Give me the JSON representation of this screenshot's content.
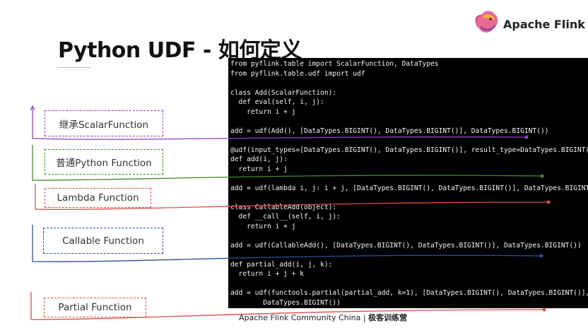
{
  "slide": {
    "title": "Python UDF - 如何定义",
    "brand": "Apache Flink",
    "footer_left": "Apache Flink Community China",
    "footer_sep": " | ",
    "footer_right": "极客训练营"
  },
  "labels": [
    {
      "text": "继承ScalarFunction",
      "color": "#8e3fc6"
    },
    {
      "text": "普通Python Function",
      "color": "#3f8a2a"
    },
    {
      "text": "Lambda Function",
      "color": "#e04b45"
    },
    {
      "text": "Callable Function",
      "color": "#2d4f9c"
    },
    {
      "text": "Partial Function",
      "color": "#e04b45"
    }
  ],
  "code": [
    "from pyflink.table import ScalarFunction, DataTypes",
    "from pyflink.table.udf import udf",
    "",
    "class Add(ScalarFunction):",
    "  def eval(self, i, j):",
    "    return i + j",
    "",
    "add = udf(Add(), [DataTypes.BIGINT(), DataTypes.BIGINT()], DataTypes.BIGINT())",
    "",
    "@udf(input_types=[DataTypes.BIGINT(), DataTypes.BIGINT()], result_type=DataTypes.BIGINT())",
    "def add(i, j):",
    "  return i + j",
    "",
    "add = udf(lambda i, j: i + j, [DataTypes.BIGINT(), DataTypes.BIGINT()], DataTypes.BIGINT())",
    "",
    "class CallableAdd(object):",
    "  def __call__(self, i, j):",
    "    return i + j",
    "",
    "add = udf(CallableAdd(), [DataTypes.BIGINT(), DataTypes.BIGINT()], DataTypes.BIGINT())",
    "",
    "def partial_add(i, j, k):",
    "  return i + j + k",
    "",
    "add = udf(functools.partial(partial_add, k=1), [DataTypes.BIGINT(), DataTypes.BIGINT()],",
    "        DataTypes.BIGINT())"
  ]
}
